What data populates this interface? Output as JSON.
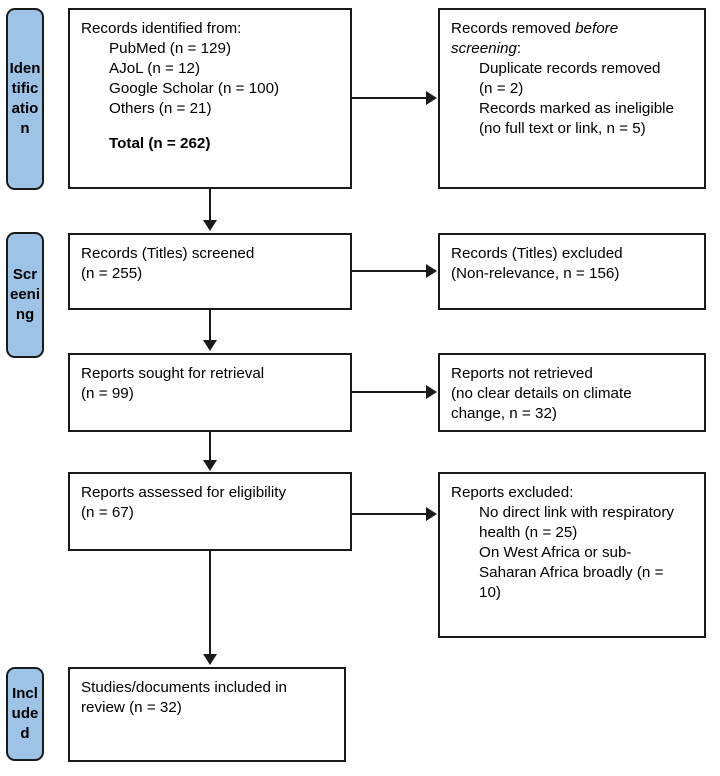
{
  "diagram": {
    "type": "prisma-flow-diagram",
    "accent_color": "#9DC3E6",
    "line_color": "#1a1a1a",
    "background": "#ffffff"
  },
  "stages": [
    {
      "name": "identification",
      "label": "Identification"
    },
    {
      "name": "screening",
      "label": "Screening"
    },
    {
      "name": "included",
      "label": "Included"
    }
  ],
  "boxes": {
    "records_identified": {
      "lines": [
        "Records identified from:",
        "PubMed (n = 129)",
        "AJoL (n = 12)",
        "Google Scholar (n = 100)",
        "Others (n = 21)",
        "Total (n = 262)"
      ]
    },
    "records_removed": {
      "lines": [
        "Records removed ",
        "before",
        "screening",
        ":",
        "Duplicate records removed",
        "(n = 2)",
        "Records marked as ineligible",
        "(no full text or link, n = 5)"
      ]
    },
    "records_screened": {
      "lines": [
        "Records (Titles) screened",
        "(n = 255)"
      ]
    },
    "records_excluded": {
      "lines": [
        "Records (Titles) excluded",
        "(Non-relevance, n = 156)"
      ]
    },
    "reports_sought": {
      "lines": [
        "Reports sought for retrieval",
        "(n = 99)"
      ]
    },
    "reports_not_retrieved": {
      "lines": [
        "Reports not retrieved",
        "(no clear details on climate",
        "change, n = 32)"
      ]
    },
    "reports_assessed": {
      "lines": [
        "Reports assessed for eligibility",
        "(n = 67)"
      ]
    },
    "reports_excluded": {
      "lines": [
        "Reports excluded:",
        "No direct link with respiratory",
        "health (n = 25)",
        "On West Africa or sub-",
        "Saharan Africa broadly (n =",
        "10)"
      ]
    },
    "studies_included": {
      "lines": [
        "Studies/documents included in",
        "review (n = 32)"
      ]
    }
  },
  "chart_data": {
    "type": "diagram",
    "title": "PRISMA flow diagram",
    "nodes": [
      {
        "id": "records_identified",
        "stage": "Identification",
        "column": "left",
        "n": 262,
        "sources": [
          {
            "name": "PubMed",
            "n": 129
          },
          {
            "name": "AJoL",
            "n": 12
          },
          {
            "name": "Google Scholar",
            "n": 100
          },
          {
            "name": "Others",
            "n": 21
          }
        ]
      },
      {
        "id": "records_removed",
        "stage": "Identification",
        "column": "right",
        "items": [
          {
            "reason": "Duplicate records removed",
            "n": 2
          },
          {
            "reason": "Records marked as ineligible (no full text or link)",
            "n": 5
          }
        ]
      },
      {
        "id": "records_screened",
        "stage": "Screening",
        "column": "left",
        "n": 255
      },
      {
        "id": "records_excluded",
        "stage": "Screening",
        "column": "right",
        "n": 156,
        "reason": "Non-relevance"
      },
      {
        "id": "reports_sought",
        "stage": "Screening",
        "column": "left",
        "n": 99
      },
      {
        "id": "reports_not_retrieved",
        "stage": "Screening",
        "column": "right",
        "n": 32,
        "reason": "no clear details on climate change"
      },
      {
        "id": "reports_assessed",
        "stage": "Screening",
        "column": "left",
        "n": 67
      },
      {
        "id": "reports_excluded",
        "stage": "Screening",
        "column": "right",
        "items": [
          {
            "reason": "No direct link with respiratory health",
            "n": 25
          },
          {
            "reason": "On West Africa or sub-Saharan Africa broadly",
            "n": 10
          }
        ]
      },
      {
        "id": "studies_included",
        "stage": "Included",
        "column": "left",
        "n": 32
      }
    ],
    "edges": [
      {
        "from": "records_identified",
        "to": "records_removed",
        "direction": "right"
      },
      {
        "from": "records_identified",
        "to": "records_screened",
        "direction": "down"
      },
      {
        "from": "records_screened",
        "to": "records_excluded",
        "direction": "right"
      },
      {
        "from": "records_screened",
        "to": "reports_sought",
        "direction": "down"
      },
      {
        "from": "reports_sought",
        "to": "reports_not_retrieved",
        "direction": "right"
      },
      {
        "from": "reports_sought",
        "to": "reports_assessed",
        "direction": "down"
      },
      {
        "from": "reports_assessed",
        "to": "reports_excluded",
        "direction": "right"
      },
      {
        "from": "reports_assessed",
        "to": "studies_included",
        "direction": "down"
      }
    ]
  }
}
